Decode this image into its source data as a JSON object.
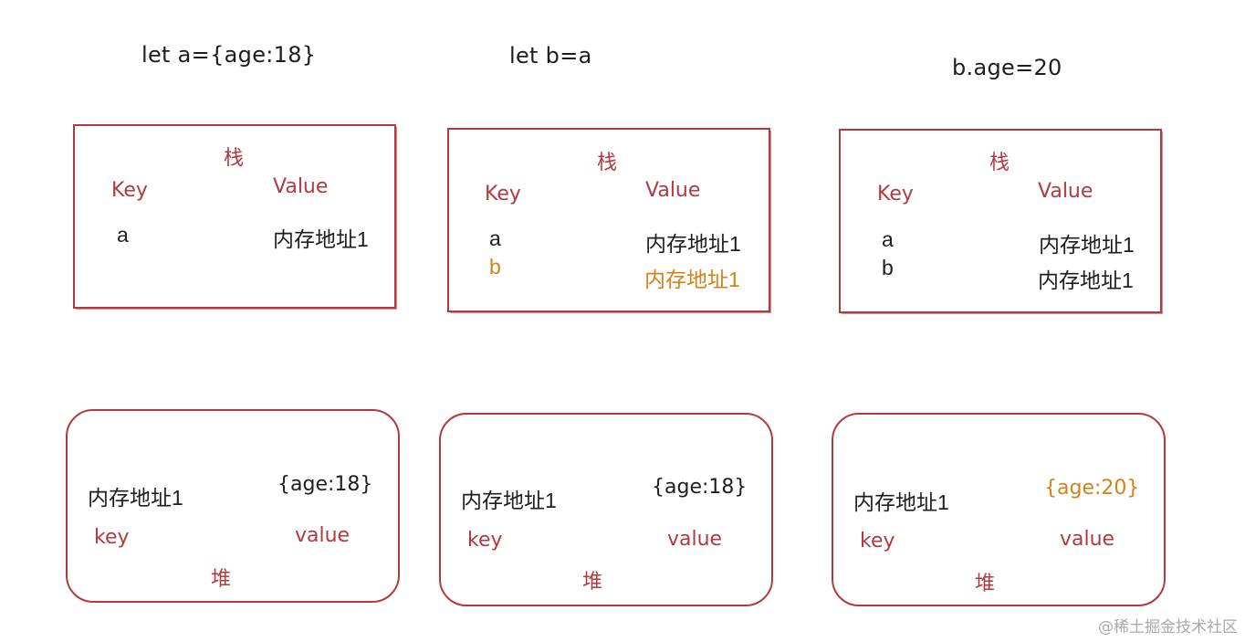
{
  "colors": {
    "accent_red": "#b23a3f",
    "highlight_orange": "#d4811a",
    "text_black": "#1e1e1e"
  },
  "panels": [
    {
      "code": "let a={age:18}",
      "stack": {
        "title": "栈",
        "key_header": "Key",
        "value_header": "Value",
        "rows": [
          {
            "key": "a",
            "value": "内存地址1"
          }
        ]
      },
      "heap": {
        "address": "内存地址1",
        "object": "{age:18}",
        "key_label": "key",
        "value_label": "value",
        "title": "堆"
      }
    },
    {
      "code": "let b=a",
      "stack": {
        "title": "栈",
        "key_header": "Key",
        "value_header": "Value",
        "rows": [
          {
            "key": "a",
            "value": "内存地址1"
          },
          {
            "key": "b",
            "value": "内存地址1"
          }
        ]
      },
      "heap": {
        "address": "内存地址1",
        "object": "{age:18}",
        "key_label": "key",
        "value_label": "value",
        "title": "堆"
      }
    },
    {
      "code": "b.age=20",
      "stack": {
        "title": "栈",
        "key_header": "Key",
        "value_header": "Value",
        "rows": [
          {
            "key": "a",
            "value": "内存地址1"
          },
          {
            "key": "b",
            "value": "内存地址1"
          }
        ]
      },
      "heap": {
        "address": "内存地址1",
        "object": "{age:20}",
        "key_label": "key",
        "value_label": "value",
        "title": "堆"
      }
    }
  ],
  "watermark": "@稀土掘金技术社区"
}
